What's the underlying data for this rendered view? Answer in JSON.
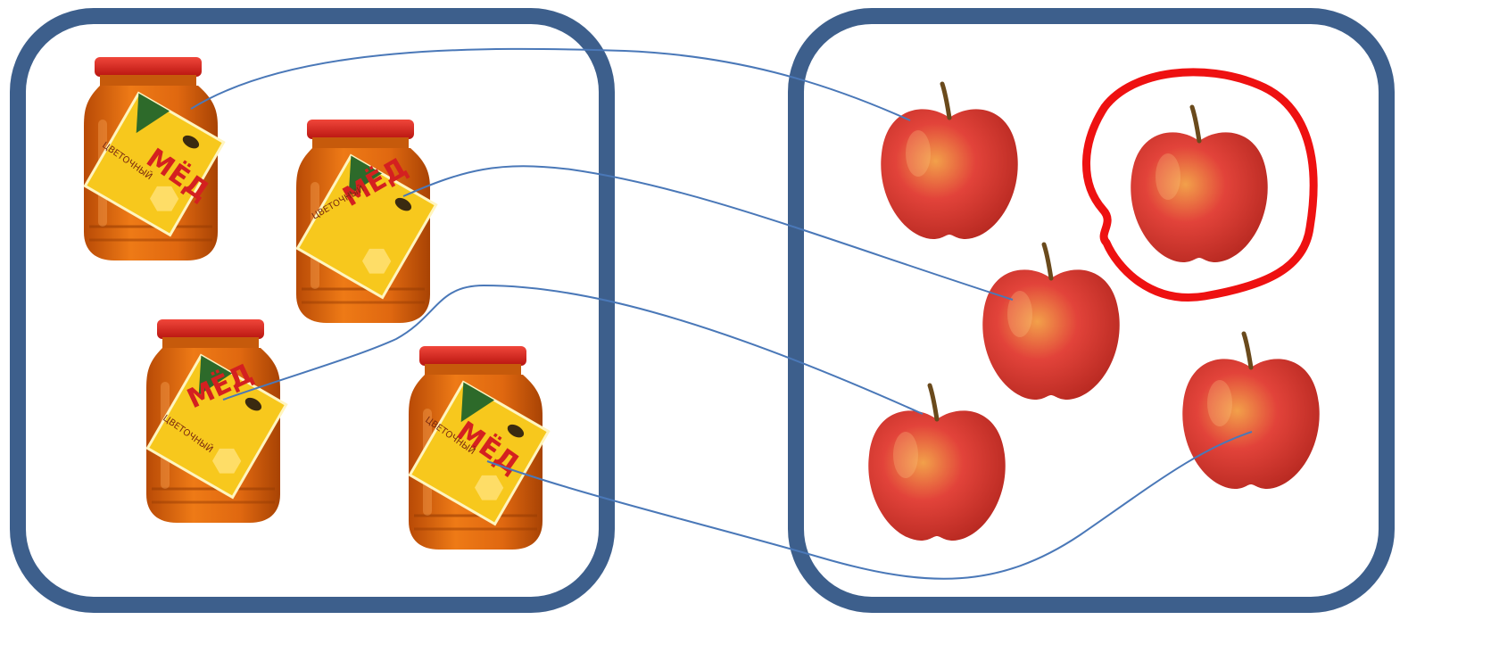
{
  "colors": {
    "frame": "#3d5f8c",
    "connector": "#4a78b8",
    "highlight": "#ee1111",
    "lid": "#d8231f",
    "honey": "#e06810",
    "label_yellow": "#f7c81d",
    "label_text": "#d42020",
    "apple": "#e2433a",
    "apple_dark": "#c8281f",
    "stem": "#6a4a1c"
  },
  "jar": {
    "label_title": "МЁД",
    "label_sub": "ЦВЕТОЧНЫЙ"
  },
  "groups": {
    "left": {
      "name": "honey-jars",
      "count": 4
    },
    "right": {
      "name": "apples",
      "count": 5
    }
  },
  "connections": [
    {
      "from": "jar-1",
      "to": "apple-1"
    },
    {
      "from": "jar-2",
      "to": "apple-3"
    },
    {
      "from": "jar-3",
      "to": "apple-4"
    },
    {
      "from": "jar-4",
      "to": "apple-5"
    }
  ],
  "unmatched": "apple-2"
}
